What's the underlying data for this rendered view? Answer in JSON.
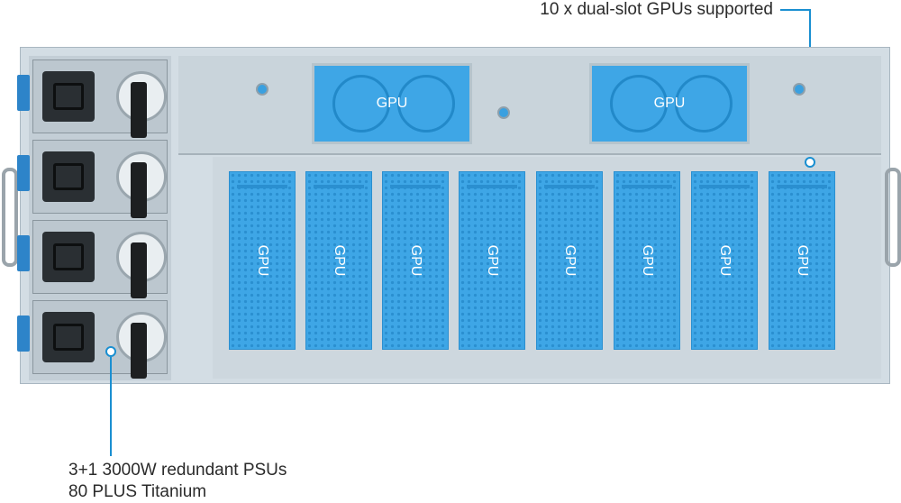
{
  "callouts": {
    "gpus": "10 x dual-slot GPUs supported",
    "psu_line1": "3+1 3000W redundant PSUs",
    "psu_line2": "80 PLUS Titanium"
  },
  "gpu_label": "GPU",
  "top_gpus": [
    {
      "label": "GPU"
    },
    {
      "label": "GPU"
    }
  ],
  "slot_gpus": [
    {
      "label": "GPU"
    },
    {
      "label": "GPU"
    },
    {
      "label": "GPU"
    },
    {
      "label": "GPU"
    },
    {
      "label": "GPU"
    },
    {
      "label": "GPU"
    },
    {
      "label": "GPU"
    },
    {
      "label": "GPU"
    }
  ],
  "colors": {
    "gpu_blue": "#3ea6e6",
    "leader_blue": "#1a8fd1",
    "chassis": "#d3dde4"
  }
}
